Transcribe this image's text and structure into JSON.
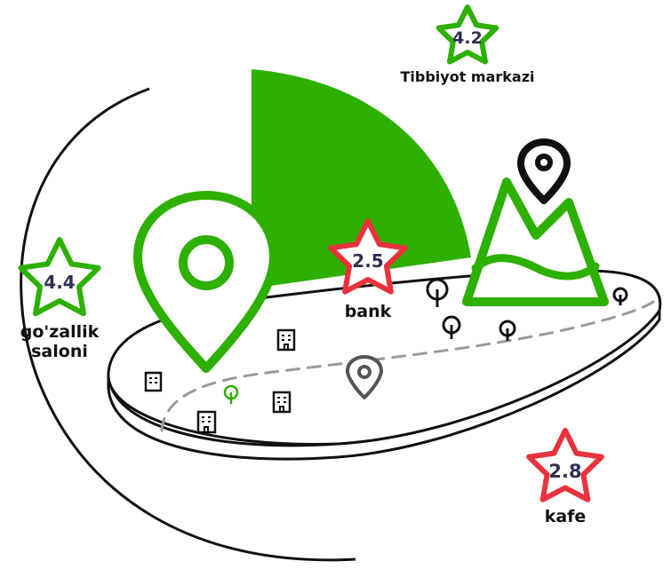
{
  "colors": {
    "green": "#2db000",
    "red": "#e8323c",
    "dark": "#111111",
    "grey": "#555555",
    "rating_text": "#2e3152"
  },
  "places": [
    {
      "key": "tibbiyot",
      "name": "Tibbiyot markazi",
      "rating": "4.2",
      "star_color": "green"
    },
    {
      "key": "gozallik",
      "name_lines": [
        "go'zallik",
        "saloni"
      ],
      "rating": "4.4",
      "star_color": "green"
    },
    {
      "key": "bank",
      "name": "bank",
      "rating": "2.5",
      "star_color": "red"
    },
    {
      "key": "kafe",
      "name": "kafe",
      "rating": "2.8",
      "star_color": "red"
    }
  ],
  "icons": {
    "big_pin": "location-pin-icon",
    "small_pin": "location-pin-icon",
    "mountain": "mountain-icon",
    "tree": "tree-icon",
    "building": "building-icon"
  }
}
